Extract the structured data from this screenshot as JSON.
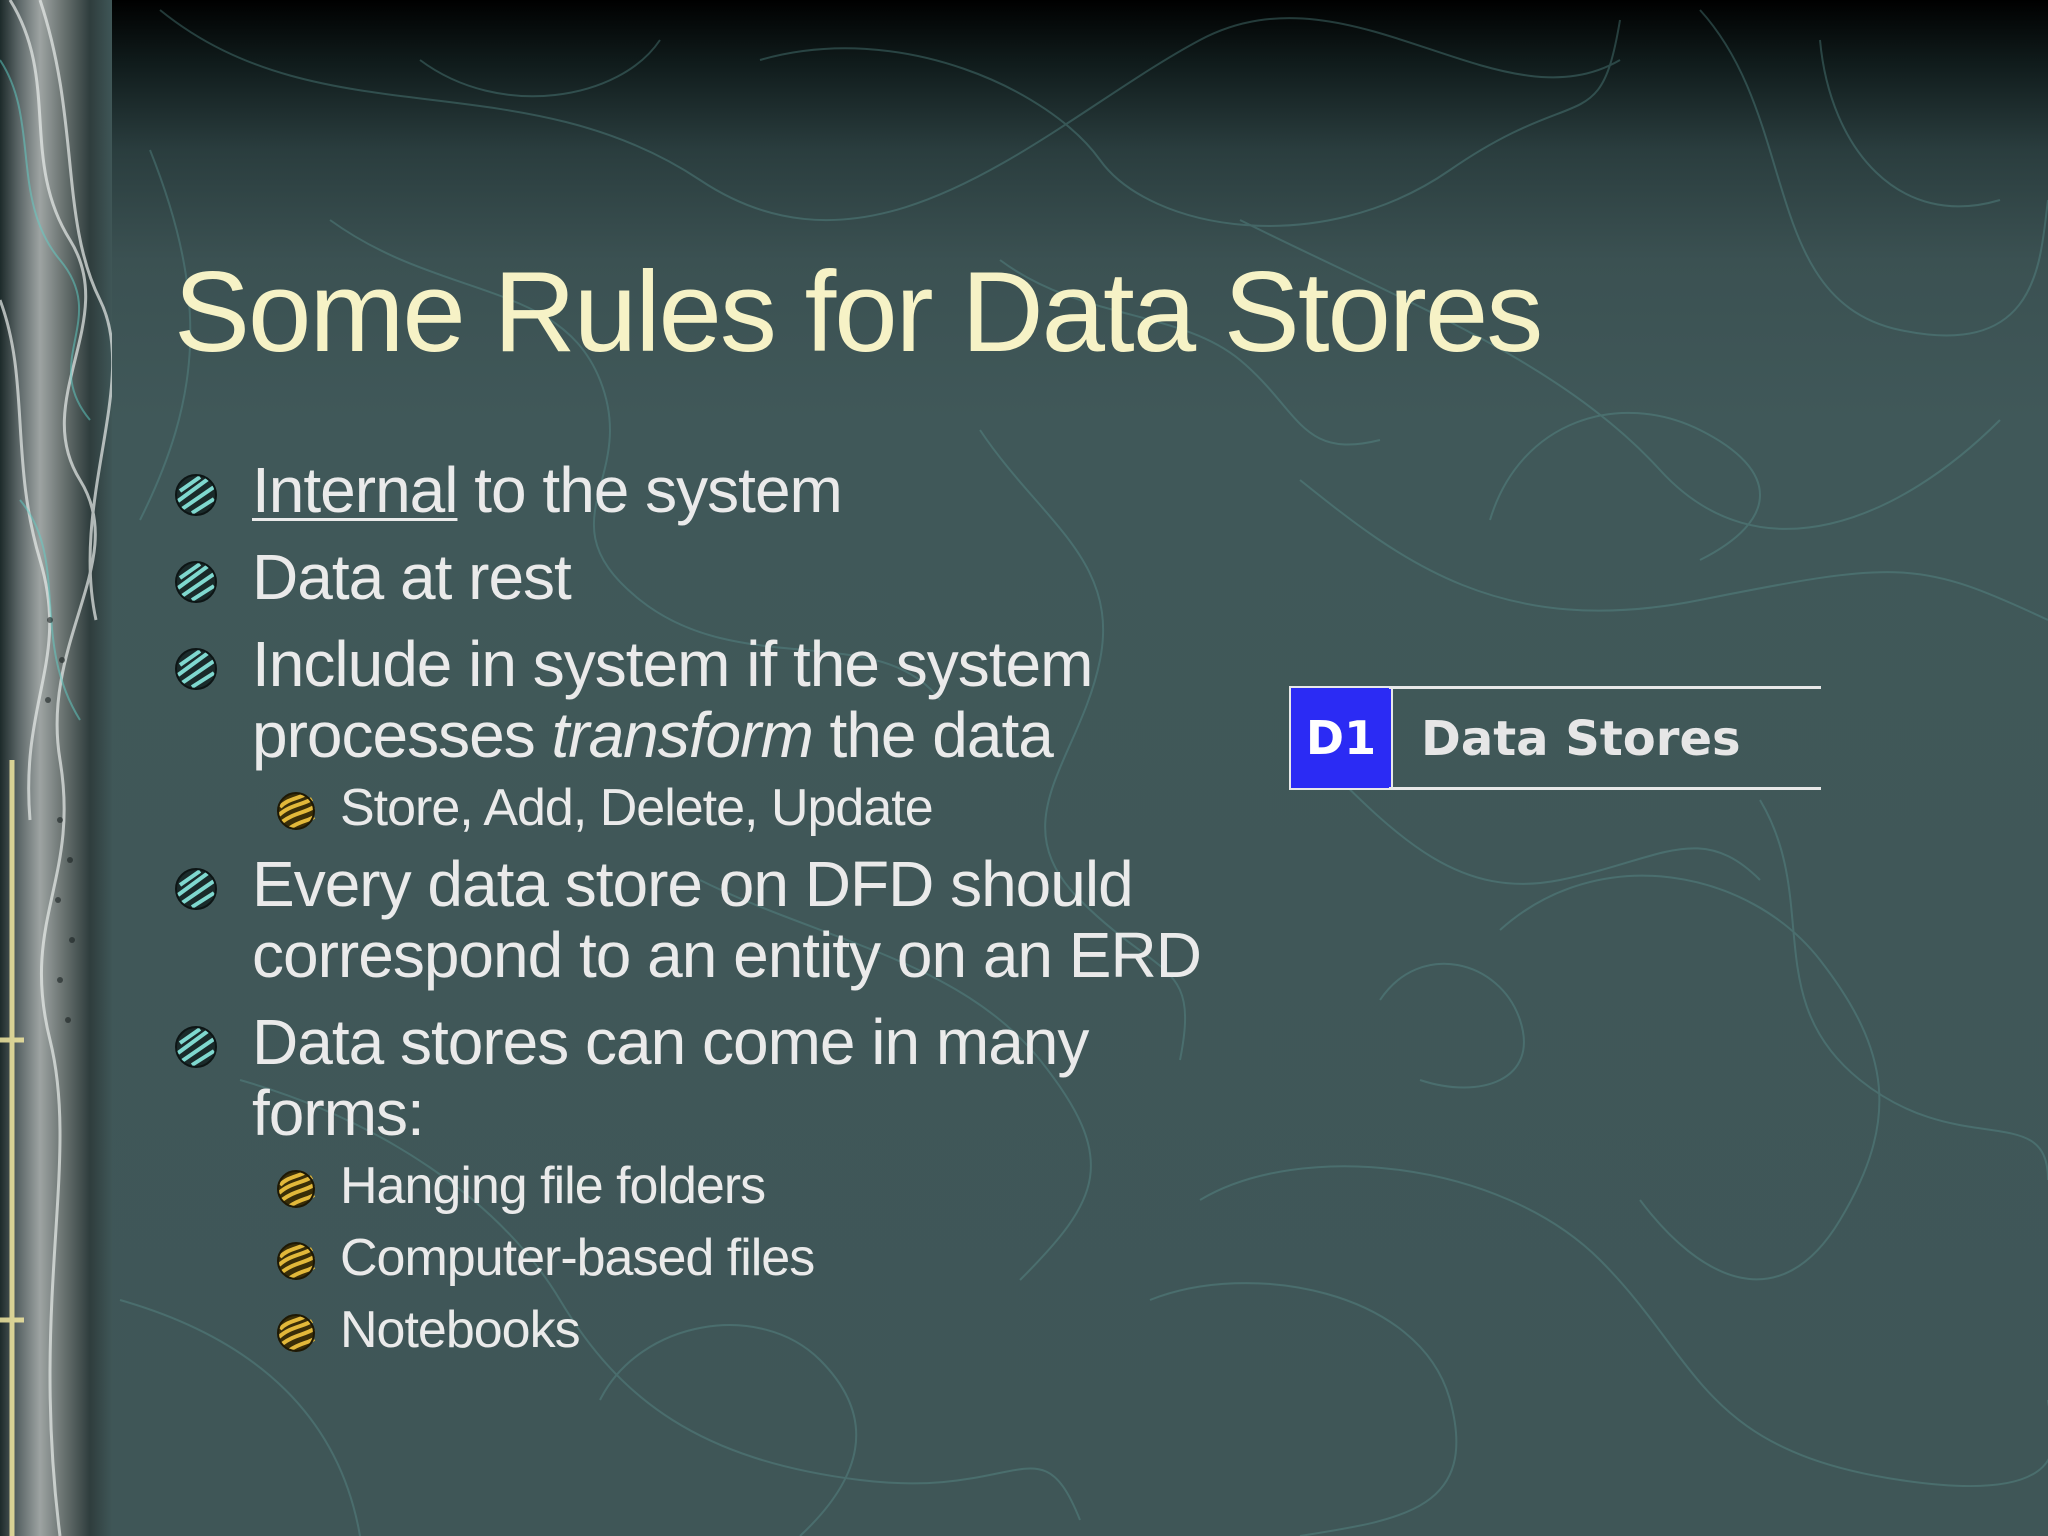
{
  "slide": {
    "title": "Some Rules for Data Stores",
    "bullets": [
      {
        "underlined": "Internal",
        "rest": " to the system"
      },
      {
        "text": "Data at rest"
      },
      {
        "line1": "Include in system if the system",
        "line2_before": "processes ",
        "line2_italic": "transform",
        "line2_after": " the data"
      },
      {
        "sub": "Store, Add, Delete, Update"
      },
      {
        "line1": "Every data store on DFD should",
        "line2": "correspond to an entity on an ERD"
      },
      {
        "text": "Data stores can come in many forms:"
      },
      {
        "sub": "Hanging file folders"
      },
      {
        "sub": "Computer-based files"
      },
      {
        "sub": "Notebooks"
      }
    ]
  },
  "data_store_symbol": {
    "id": "D1",
    "name": "Data Stores",
    "id_color": "#2b2bf4"
  },
  "colors": {
    "title": "#f6f2c6",
    "text": "#eaeaea",
    "background": "#3f5657"
  },
  "icons": {
    "bullet_level1": "striped-ball-icon",
    "bullet_level2": "gold-striped-ball-icon"
  }
}
